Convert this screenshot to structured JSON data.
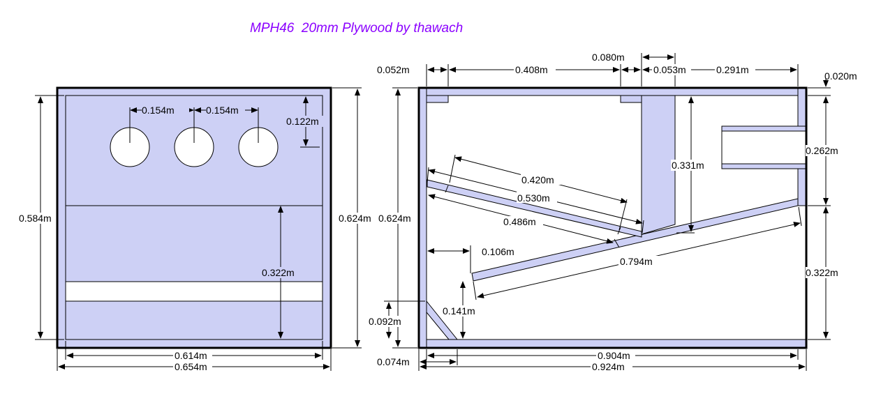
{
  "title": "MPH46  20mm Plywood by thawach",
  "colors": {
    "title": "#8B00FF",
    "panel": "#CDD0F5",
    "line": "#000000",
    "background": "#FFFFFF"
  },
  "front_view": {
    "dims": {
      "driver_spacing_1": "0.154m",
      "driver_spacing_2": "0.154m",
      "driver_top_offset": "0.122m",
      "inner_height": "0.584m",
      "outer_height": "0.624m",
      "port_height_from_bottom": "0.322m",
      "inner_width": "0.614m",
      "outer_width": "0.654m"
    }
  },
  "side_view": {
    "dims": {
      "top_left_block": "0.052m",
      "top_span": "0.408m",
      "small_block": "0.080m",
      "gap": "0.053m",
      "top_right_span": "0.291m",
      "panel_thickness": "0.020m",
      "outer_height": "0.624m",
      "upper_chamber_height": "0.331m",
      "port_height": "0.262m",
      "lower_right_height": "0.322m",
      "baffle_a": "0.420m",
      "baffle_b": "0.530m",
      "baffle_c": "0.486m",
      "left_offset": "0.106m",
      "long_baffle": "0.794m",
      "baffle_rise": "0.141m",
      "corner_brace_height": "0.092m",
      "corner_brace_width": "0.074m",
      "inner_depth": "0.904m",
      "outer_depth": "0.924m"
    }
  }
}
